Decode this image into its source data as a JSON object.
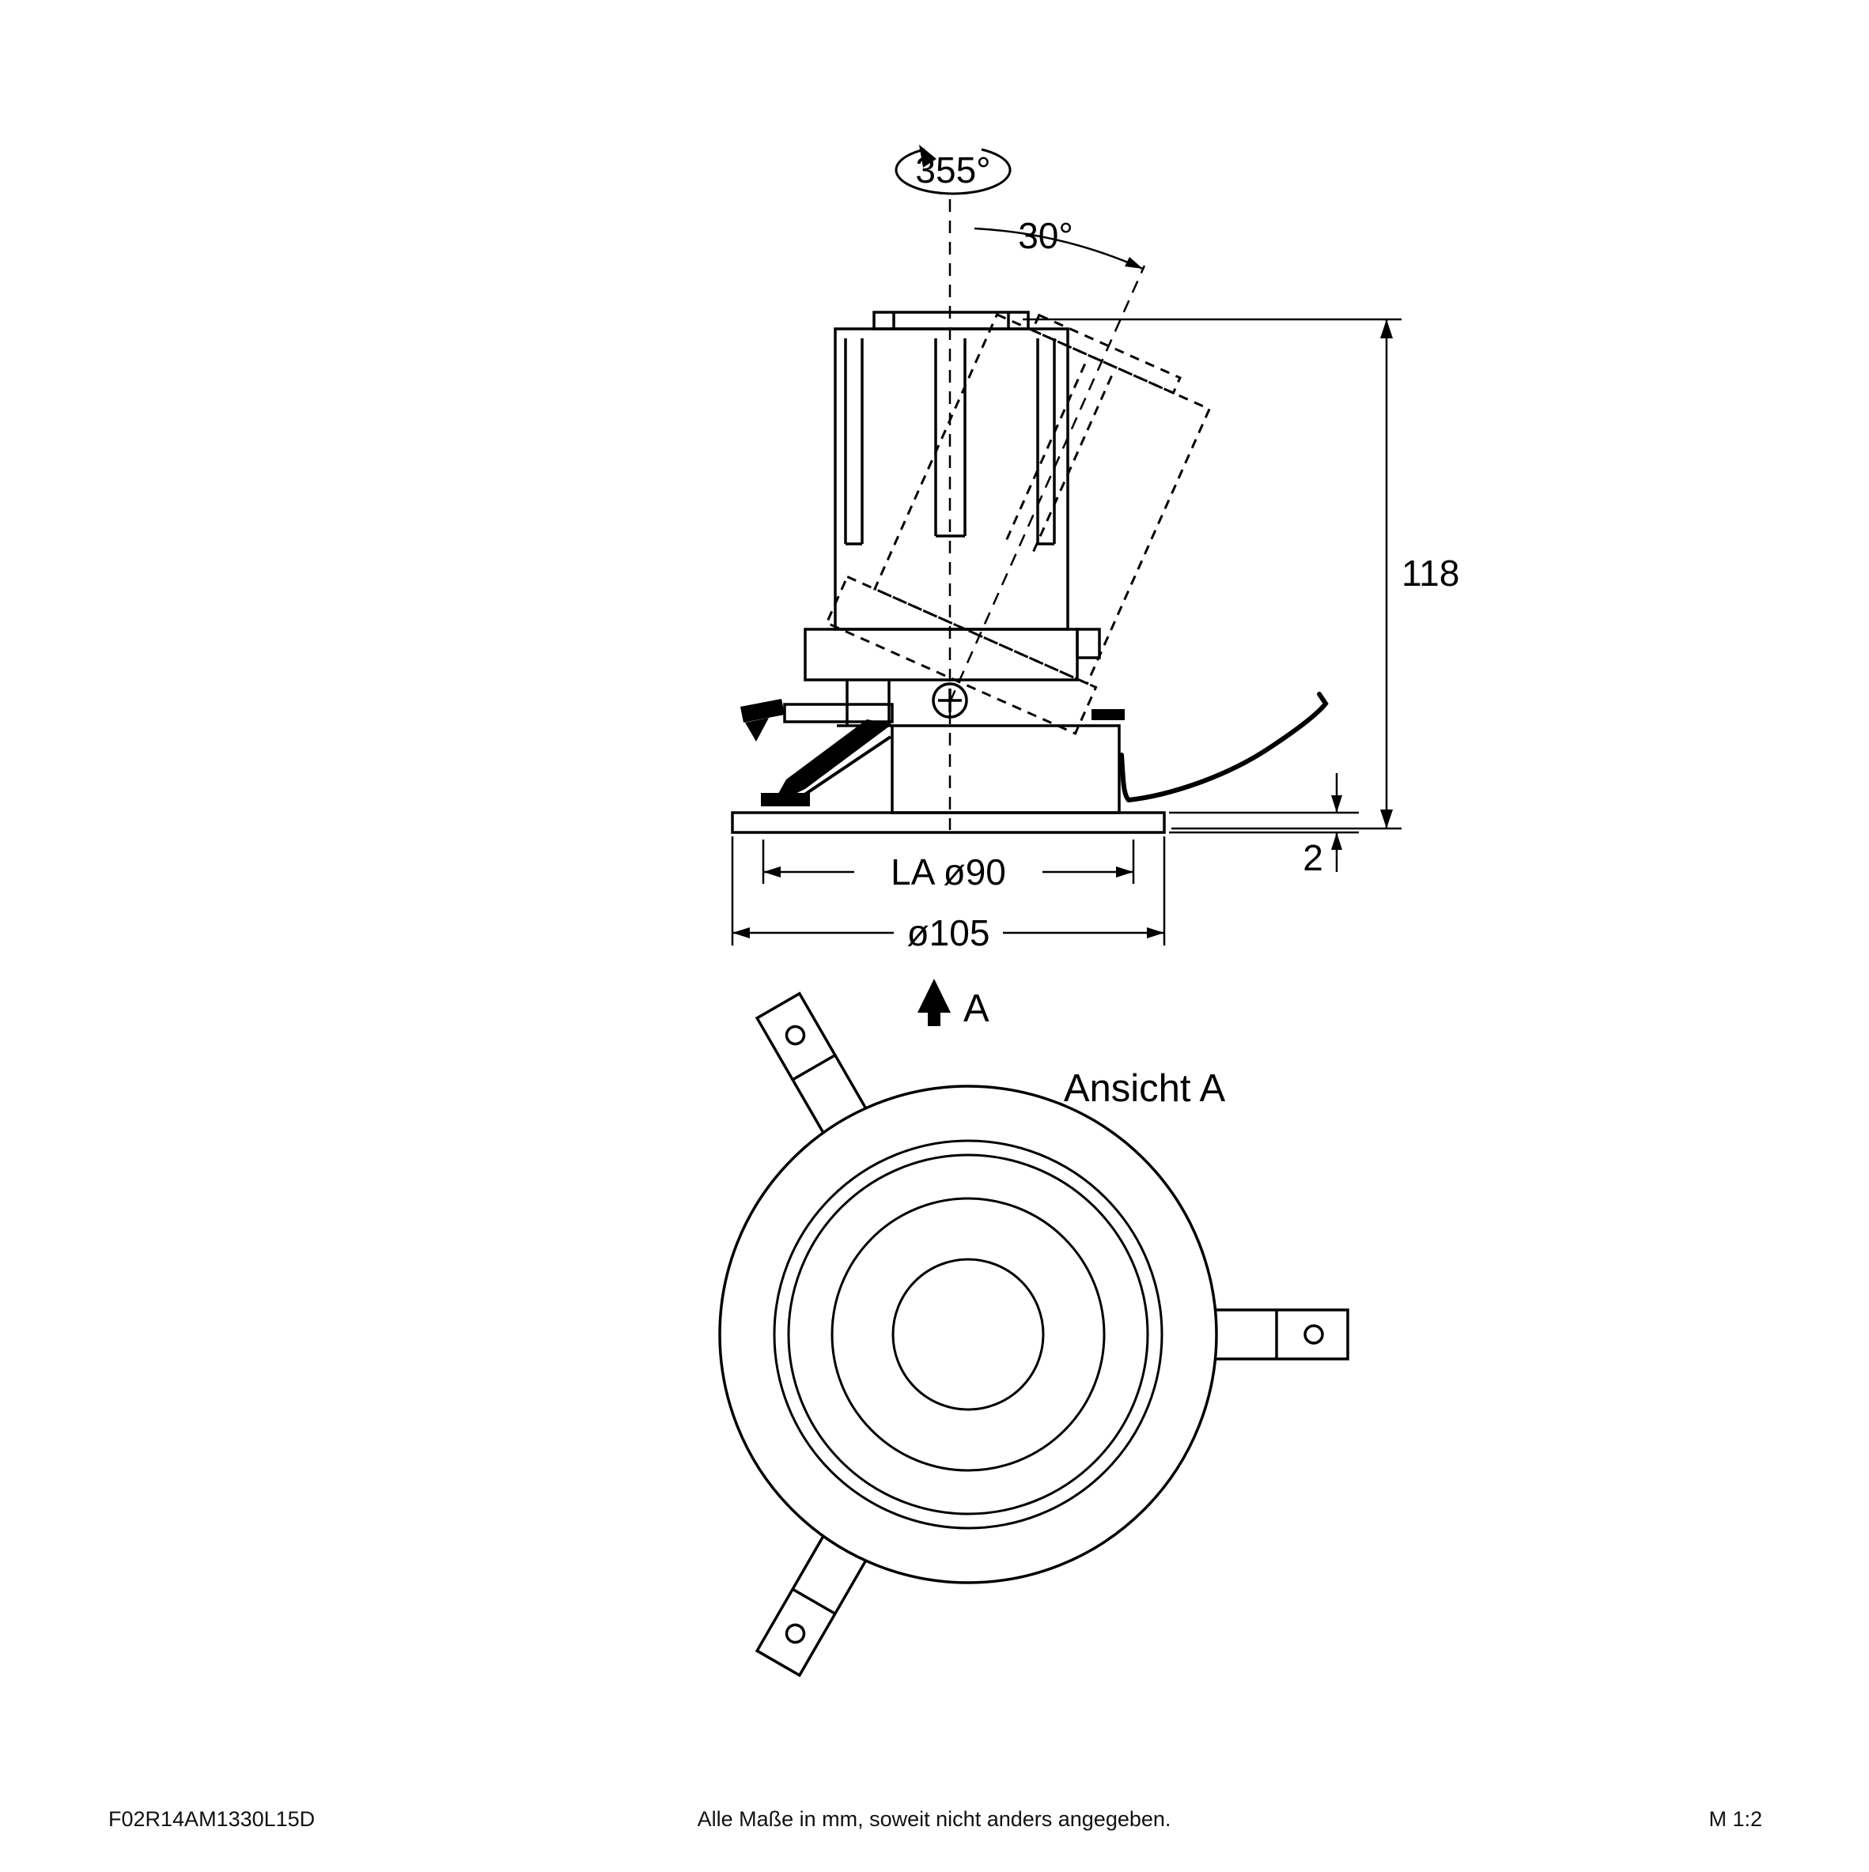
{
  "side_view": {
    "rotation_label": "355°",
    "tilt_label": "30°",
    "height_label": "118",
    "flange_label": "2",
    "cutout_label": "LA ø90",
    "diameter_label": "ø105",
    "view_marker": "A"
  },
  "top_view": {
    "title": "Ansicht A"
  },
  "footer": {
    "article_number": "F02R14AM1330L15D",
    "note": "Alle Maße in mm, soweit nicht anders angegeben.",
    "scale": "M 1:2"
  },
  "colors": {
    "line": "#000000",
    "background": "#ffffff"
  }
}
